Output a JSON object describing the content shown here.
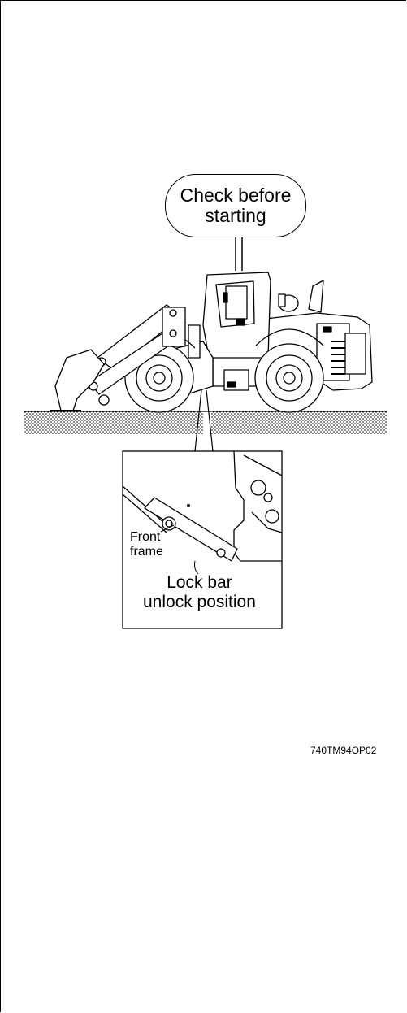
{
  "callout": {
    "line1": "Check before",
    "line2": "starting"
  },
  "detail": {
    "front_frame_line1": "Front",
    "front_frame_line2": "frame",
    "lock_bar_line1": "Lock bar",
    "lock_bar_line2": "unlock position"
  },
  "figure_code": "740TM94OP02"
}
